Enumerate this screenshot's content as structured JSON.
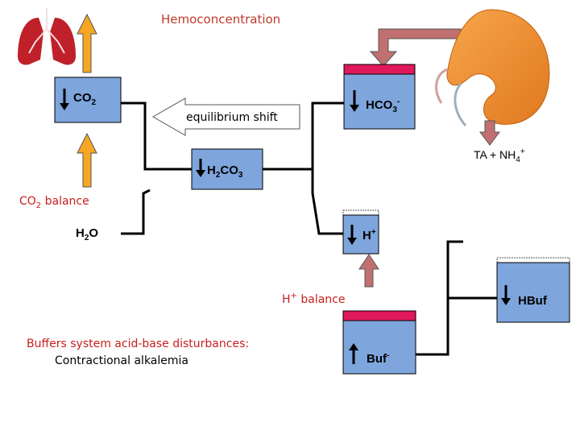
{
  "title": "Hemoconcentration",
  "lungs": {
    "icon": "lungs-icon"
  },
  "kidney": {
    "icon": "kidney-icon",
    "output": {
      "text": "TA + NH",
      "sub": "4",
      "sup": "+"
    }
  },
  "co2": {
    "base": "CO",
    "sub": "2"
  },
  "hco3": {
    "base": "HCO",
    "sub": "3",
    "sup": "-"
  },
  "equilibrium_shift": "equilibrium shift",
  "h2co3": {
    "h": "H",
    "sub1": "2",
    "rest": "CO",
    "sub2": "3"
  },
  "co2_balance": {
    "base": "CO",
    "sub": "2",
    "rest": " balance"
  },
  "h2o": {
    "h": "H",
    "sub": "2",
    "rest": "O"
  },
  "hplus": {
    "base": "H",
    "sup": "+"
  },
  "h_balance": {
    "base": "H",
    "sup": "+",
    "rest": " balance"
  },
  "hbuf": "HBuf",
  "buf": {
    "base": "Buf",
    "sup": "-"
  },
  "caption": {
    "line1": "Buffers system acid-base disturbances:",
    "line2": "Contractional alkalemia"
  },
  "colors": {
    "box_blue": "#7ea5dc",
    "box_red": "#e0185c",
    "arrow_brown": "#c07070",
    "arrow_orange": "#f5a623",
    "title_orange": "#c0392b"
  }
}
